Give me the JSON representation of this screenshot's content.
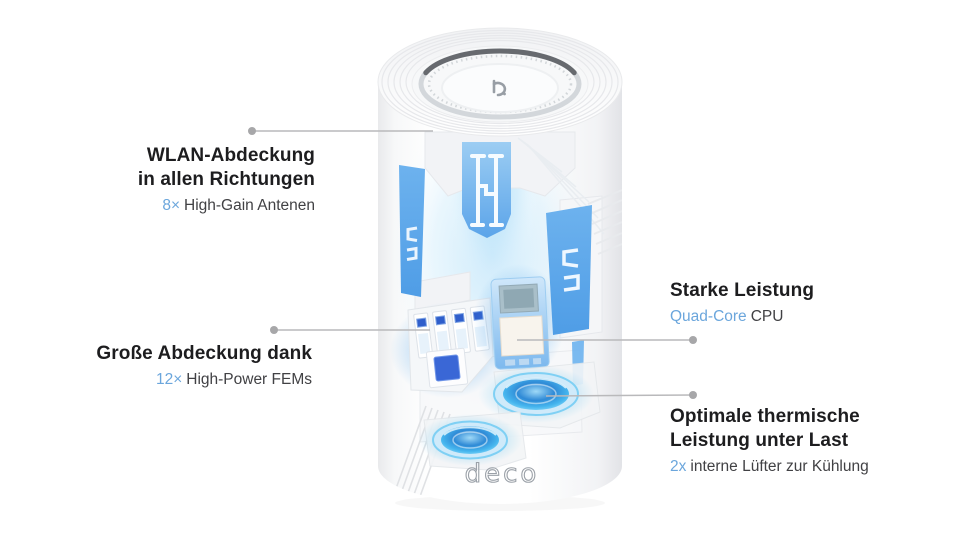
{
  "meta": {
    "type": "product-feature-diagram",
    "language": "de"
  },
  "colors": {
    "background": "#FFFFFF",
    "heading_text": "#1D1D1F",
    "spec_text": "#414144",
    "accent_blue": "#6BA6DC",
    "leader_line": "#B9B9BB",
    "antenna_blue": "#64ABEB",
    "fan_glow_blue": "#3FB9EF"
  },
  "device": {
    "description": "White cylindrical Deco mesh router shown as x-ray cutaway with blue antennas, FEM board, CPU and two glowing fans",
    "top_logo_icon": "tp-link-logo",
    "base_logo_text": "deco"
  },
  "callouts": [
    {
      "id": "wlan-coverage",
      "heading_line1": "WLAN-Abdeckung",
      "heading_line2": "in allen Richtungen",
      "spec_value": "8×",
      "spec_text": "High-Gain Antenen"
    },
    {
      "id": "coverage-fems",
      "heading_line1": "Große Abdeckung dank",
      "spec_value": "12×",
      "spec_text": "High-Power FEMs"
    },
    {
      "id": "performance",
      "heading_line1": "Starke Leistung",
      "spec_value": "Quad-Core",
      "spec_text": "CPU"
    },
    {
      "id": "thermal",
      "heading_line1": "Optimale thermische",
      "heading_line2": "Leistung unter Last",
      "spec_value": "2x",
      "spec_text": "interne Lüfter zur Kühlung"
    }
  ]
}
